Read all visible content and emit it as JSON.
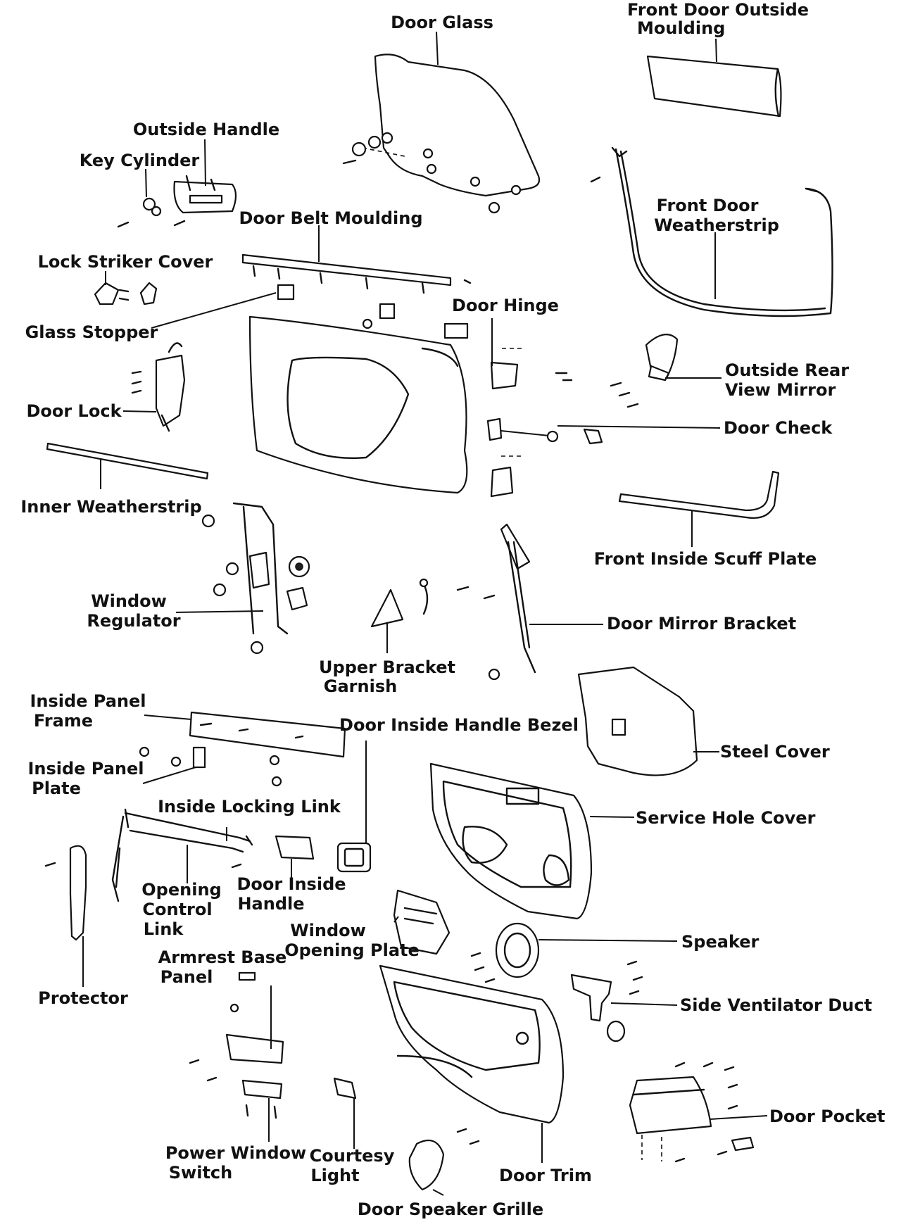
{
  "title": "",
  "labels": {
    "door_glass": "Door Glass",
    "front_door_outside_moulding_1": "Front Door Outside",
    "front_door_outside_moulding_2": "Moulding",
    "outside_handle": "Outside Handle",
    "key_cylinder": "Key Cylinder",
    "door_belt_moulding": "Door Belt Moulding",
    "front_door_weatherstrip_1": "Front Door",
    "front_door_weatherstrip_2": "Weatherstrip",
    "lock_striker_cover": "Lock Striker Cover",
    "glass_stopper": "Glass Stopper",
    "door_hinge": "Door Hinge",
    "outside_rear_view_mirror_1": "Outside Rear",
    "outside_rear_view_mirror_2": "View Mirror",
    "door_lock": "Door Lock",
    "door_check": "Door Check",
    "inner_weatherstrip": "Inner Weatherstrip",
    "front_inside_scuff_plate": "Front Inside Scuff Plate",
    "window_regulator_1": "Window",
    "window_regulator_2": "Regulator",
    "door_mirror_bracket": "Door Mirror Bracket",
    "upper_bracket_garnish_1": "Upper Bracket",
    "upper_bracket_garnish_2": "Garnish",
    "inside_panel_frame_1": "Inside Panel",
    "inside_panel_frame_2": "Frame",
    "door_inside_handle_bezel": "Door Inside Handle Bezel",
    "steel_cover": "Steel Cover",
    "inside_panel_plate_1": "Inside Panel",
    "inside_panel_plate_2": "Plate",
    "inside_locking_link": "Inside Locking Link",
    "service_hole_cover": "Service Hole Cover",
    "opening_control_link_1": "Opening",
    "opening_control_link_2": "Control",
    "opening_control_link_3": "Link",
    "door_inside_handle_1": "Door Inside",
    "door_inside_handle_2": "Handle",
    "window_opening_plate_1": "Window",
    "window_opening_plate_2": "Opening Plate",
    "speaker": "Speaker",
    "protector": "Protector",
    "armrest_base_panel_1": "Armrest Base",
    "armrest_base_panel_2": "Panel",
    "side_ventilator_duct": "Side Ventilator Duct",
    "door_pocket": "Door Pocket",
    "power_window_switch_1": "Power Window",
    "power_window_switch_2": "Switch",
    "courtesy_light_1": "Courtesy",
    "courtesy_light_2": "Light",
    "door_trim": "Door Trim",
    "door_speaker_grille": "Door Speaker Grille"
  }
}
